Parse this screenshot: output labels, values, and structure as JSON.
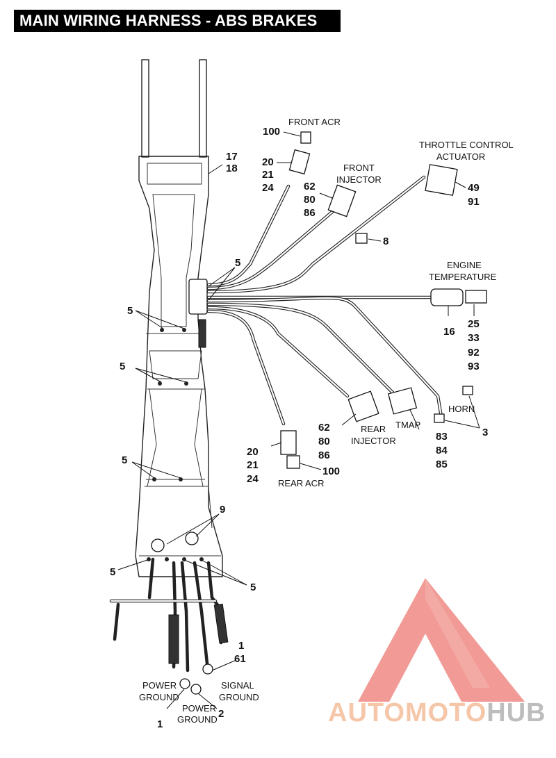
{
  "title": "MAIN WIRING HARNESS - ABS BRAKES",
  "labels": {
    "front_acr": "FRONT ACR",
    "front_injector_1": "FRONT",
    "front_injector_2": "INJECTOR",
    "throttle_1": "THROTTLE CONTROL",
    "throttle_2": "ACTUATOR",
    "engine_temp_1": "ENGINE",
    "engine_temp_2": "TEMPERATURE",
    "horn": "HORN",
    "tmap": "TMAP",
    "rear_injector_1": "REAR",
    "rear_injector_2": "INJECTOR",
    "rear_acr": "REAR ACR",
    "power_ground_a1": "POWER",
    "power_ground_a2": "GROUND",
    "power_ground_b1": "POWER",
    "power_ground_b2": "GROUND",
    "signal_ground_1": "SIGNAL",
    "signal_ground_2": "GROUND"
  },
  "callouts": {
    "c100a": "100",
    "c20a": "20",
    "c21a": "21",
    "c24a": "24",
    "c62a": "62",
    "c80a": "80",
    "c86a": "86",
    "c17": "17",
    "c18": "18",
    "c49": "49",
    "c91": "91",
    "c8": "8",
    "c5a": "5",
    "c5b": "5",
    "c5c": "5",
    "c5d": "5",
    "c5e": "5",
    "c5f": "5",
    "c16": "16",
    "c25": "25",
    "c33": "33",
    "c92": "92",
    "c93": "93",
    "c3": "3",
    "c83": "83",
    "c84": "84",
    "c85": "85",
    "c62b": "62",
    "c80b": "80",
    "c86b": "86",
    "c20b": "20",
    "c21b": "21",
    "c24b": "24",
    "c100b": "100",
    "c9": "9",
    "c1a": "1",
    "c61": "61",
    "c1b": "1",
    "c2": "2"
  },
  "logo": {
    "part_a": "AUTOMOTO",
    "part_b": "HUB",
    "colors": {
      "triangle": "#f08a84",
      "text_a": "#f5c7a8",
      "text_b": "#bdbdbd"
    }
  }
}
